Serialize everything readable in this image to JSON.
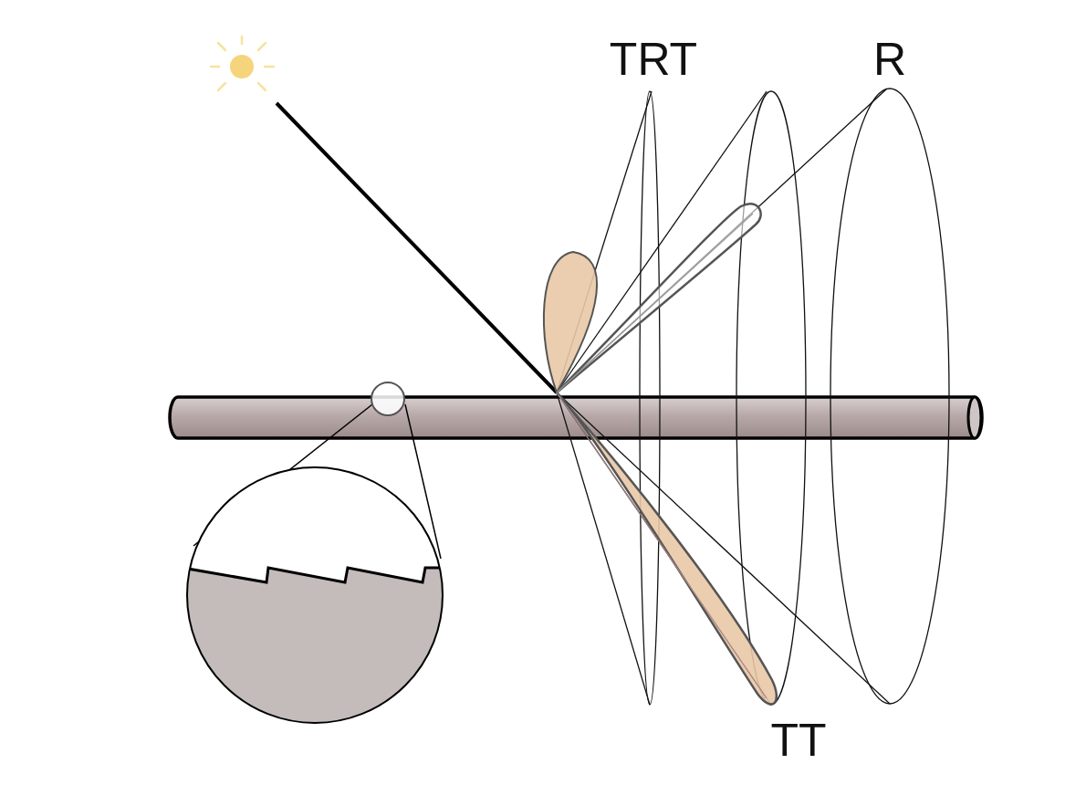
{
  "diagram": {
    "labels": [
      "TRT",
      "R",
      "TT"
    ]
  }
}
